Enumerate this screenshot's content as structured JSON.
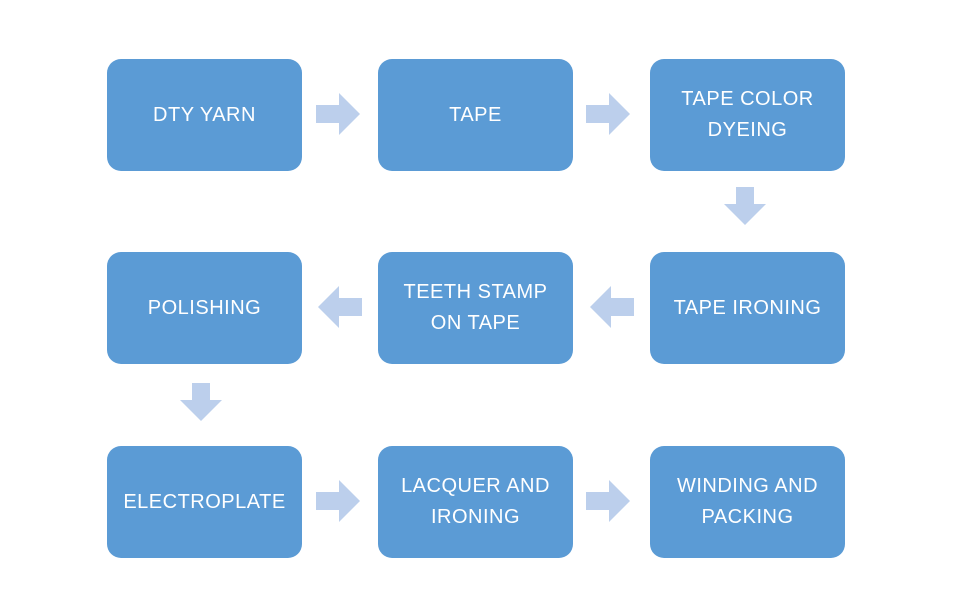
{
  "diagram": {
    "type": "flowchart",
    "colors": {
      "background": "#ffffff",
      "node_fill": "#5b9bd5",
      "node_text": "#ffffff",
      "arrow_fill": "#bccfec"
    },
    "nodes": [
      {
        "label": "DTY YARN"
      },
      {
        "label": "TAPE"
      },
      {
        "label": "TAPE COLOR DYEING"
      },
      {
        "label": "TAPE IRONING"
      },
      {
        "label": "TEETH STAMP ON TAPE"
      },
      {
        "label": "POLISHING"
      },
      {
        "label": "ELECTROPLATE"
      },
      {
        "label": "LACQUER AND IRONING"
      },
      {
        "label": "WINDING AND PACKING"
      }
    ],
    "connections": [
      {
        "from": "DTY YARN",
        "to": "TAPE",
        "direction": "right"
      },
      {
        "from": "TAPE",
        "to": "TAPE COLOR DYEING",
        "direction": "right"
      },
      {
        "from": "TAPE COLOR DYEING",
        "to": "TAPE IRONING",
        "direction": "down"
      },
      {
        "from": "TAPE IRONING",
        "to": "TEETH STAMP ON TAPE",
        "direction": "left"
      },
      {
        "from": "TEETH STAMP ON TAPE",
        "to": "POLISHING",
        "direction": "left"
      },
      {
        "from": "POLISHING",
        "to": "ELECTROPLATE",
        "direction": "down"
      },
      {
        "from": "ELECTROPLATE",
        "to": "LACQUER AND IRONING",
        "direction": "right"
      },
      {
        "from": "LACQUER AND IRONING",
        "to": "WINDING AND PACKING",
        "direction": "right"
      }
    ]
  }
}
